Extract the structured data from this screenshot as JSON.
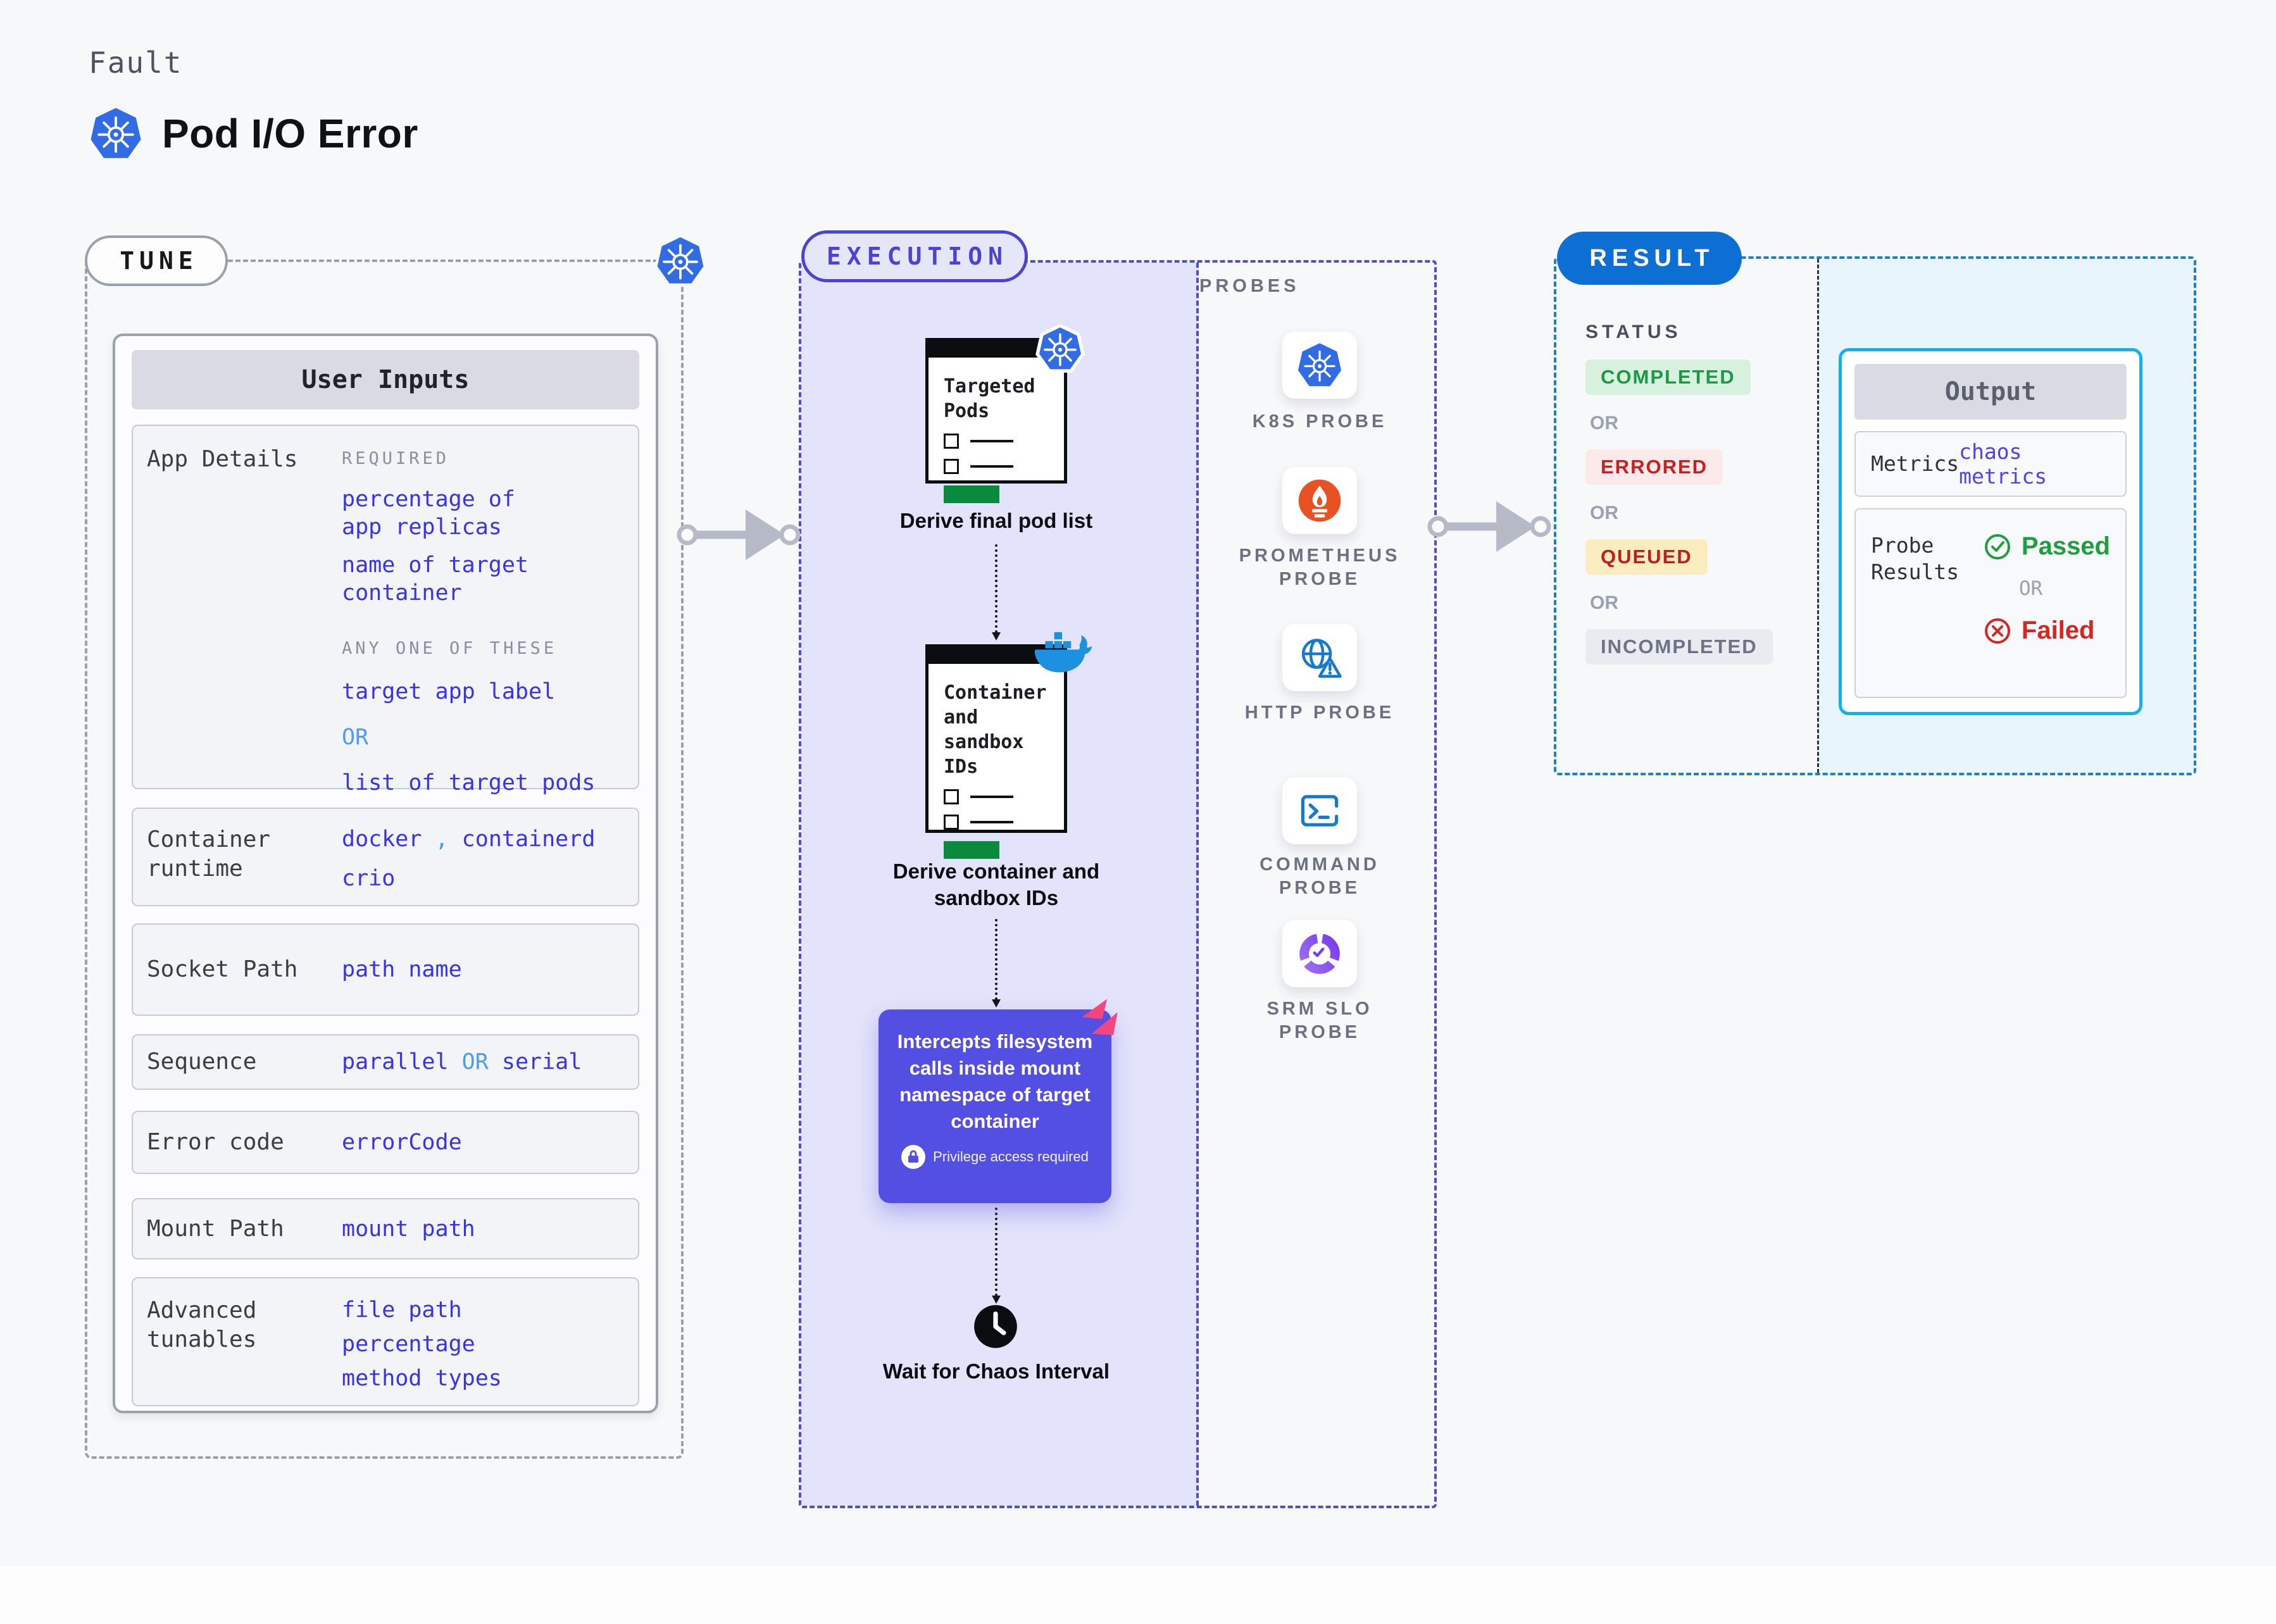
{
  "header": {
    "kicker": "Fault",
    "title": "Pod I/O Error"
  },
  "tune": {
    "label": "TUNE",
    "panel_title": "User Inputs",
    "app_details": {
      "label": "App Details",
      "required_heading": "REQUIRED",
      "required_item_1": "percentage of app replicas",
      "required_item_2": "name of target container",
      "any_heading": "ANY ONE OF THESE",
      "any_item_1": "target app label",
      "any_or": "OR",
      "any_item_2": "list of target pods"
    },
    "container_runtime": {
      "label": "Container runtime",
      "value_1": "docker",
      "separator": ",",
      "value_2": "containerd",
      "value_3": "crio"
    },
    "socket_path": {
      "label": "Socket Path",
      "value": "path name"
    },
    "sequence": {
      "label": "Sequence",
      "value_1": "parallel",
      "or": "OR",
      "value_2": "serial"
    },
    "error_code": {
      "label": "Error code",
      "value": "errorCode"
    },
    "mount_path": {
      "label": "Mount Path",
      "value": "mount path"
    },
    "advanced_tunables": {
      "label": "Advanced tunables",
      "value_1": "file path",
      "value_2": "percentage",
      "value_3": "method types"
    }
  },
  "execution": {
    "label": "EXECUTION",
    "step1": {
      "card_title": "Targeted Pods",
      "caption": "Derive final pod list"
    },
    "step2": {
      "card_title": "Container and sandbox IDs",
      "caption": "Derive container and sandbox IDs"
    },
    "step3": {
      "text": "Intercepts filesystem calls inside mount namespace of target container",
      "note": "Privilege access required"
    },
    "step4": {
      "caption": "Wait for Chaos Interval"
    }
  },
  "probes": {
    "label": "PROBES",
    "items": [
      {
        "name": "K8S PROBE"
      },
      {
        "name": "PROMETHEUS PROBE"
      },
      {
        "name": "HTTP PROBE"
      },
      {
        "name": "COMMAND PROBE"
      },
      {
        "name": "SRM SLO PROBE"
      }
    ]
  },
  "result": {
    "label": "RESULT",
    "status_label": "STATUS",
    "statuses": [
      {
        "name": "COMPLETED"
      },
      {
        "name": "ERRORED"
      },
      {
        "name": "QUEUED"
      },
      {
        "name": "INCOMPLETED"
      }
    ],
    "or": "OR",
    "output": {
      "title": "Output",
      "metrics_label": "Metrics",
      "metrics_value": "chaos metrics",
      "probe_results_label": "Probe Results",
      "passed": "Passed",
      "or": "OR",
      "failed": "Failed"
    }
  },
  "colors": {
    "accent_indigo": "#4c4cd9",
    "accent_blue_value": "#3633ee",
    "accent_lightblue": "#4d9cf2",
    "result_blue": "#0d6fd3",
    "output_border": "#14b0e9",
    "purple_box": "#544fe3",
    "green_bar": "#0a8a3c",
    "k8s_blue": "#326ce5",
    "prometheus_orange": "#e75225",
    "pink_badge": "#f2477e"
  }
}
